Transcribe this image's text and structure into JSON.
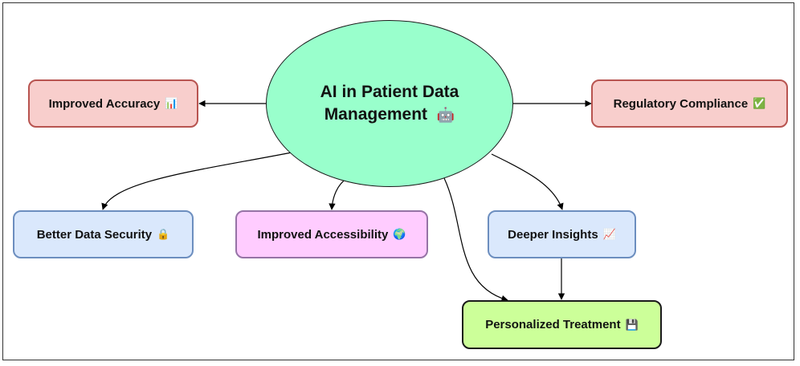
{
  "center": {
    "label": "AI in Patient Data Management",
    "emoji": "🤖"
  },
  "nodes": {
    "improved_accuracy": {
      "label": "Improved Accuracy",
      "emoji": "📊"
    },
    "regulatory_compliance": {
      "label": "Regulatory Compliance",
      "emoji": "✅"
    },
    "better_data_security": {
      "label": "Better Data Security",
      "emoji": "🔒"
    },
    "improved_accessibility": {
      "label": "Improved Accessibility",
      "emoji": "🌍"
    },
    "deeper_insights": {
      "label": "Deeper Insights",
      "emoji": "📈"
    },
    "personalized_treatment": {
      "label": "Personalized Treatment",
      "emoji": "💾"
    }
  },
  "colors": {
    "center_fill": "#99ffcc",
    "red_fill": "#f8cecc",
    "red_stroke": "#b85450",
    "blue_fill": "#dae8fc",
    "blue_stroke": "#6c8ebf",
    "pink_fill": "#ffccff",
    "pink_stroke": "#9673a6",
    "green_fill": "#ccff99"
  }
}
